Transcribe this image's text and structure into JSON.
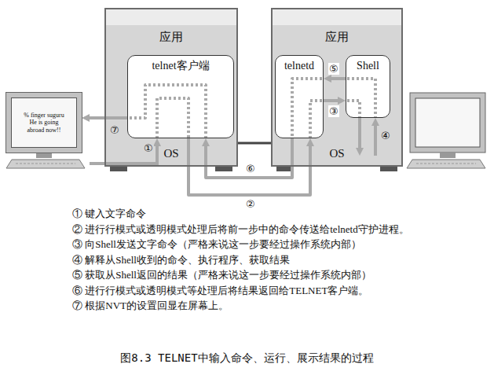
{
  "diagram": {
    "caption": "图8.3 TELNET中输入命令、运行、展示结果的过程",
    "nodes": [
      {
        "text": [
          "% finger suguru He is going abroad now!!"
        ]
      },
      {
        "text": [
          "应用",
          "OS"
        ]
      },
      {
        "text": [
          "telnet客户端"
        ],
        "in": 1
      },
      {
        "text": [
          "应用",
          "OS"
        ]
      },
      {
        "text": [
          "telnetd"
        ],
        "in": 3
      },
      {
        "text": [
          "Shell"
        ],
        "in": 3
      }
    ],
    "edges": [
      {
        "from": 2,
        "to": 4,
        "arrow": "to",
        "label": "②"
      },
      {
        "from": 4,
        "to": 2,
        "arrow": "to",
        "label": "⑥"
      },
      {
        "from": 4,
        "to": 5,
        "arrow": "to",
        "label": "③"
      },
      {
        "from": 5,
        "to": 4,
        "arrow": "to",
        "label": "⑤"
      },
      {
        "from": 2,
        "to": 0,
        "arrow": "to",
        "label": "⑦"
      }
    ],
    "labels": [
      "①",
      "④",
      "① 键入文字命令",
      "② 进行行模式或透明模式处理后将前一步中的命令传送给telnetd守护进程。",
      "③ 向Shell发送文字命令（严格来说这一步要经过操作系统内部）",
      "④ 解释从Shell收到的命令、执行程序、获取结果",
      "⑤ 获取从Shell返回的结果（严格来说这一步要经过操作系统内部）",
      "⑥ 进行行模式或透明模式等处理后将结果返回给TELNET客户端。",
      "⑦ 根据NVT的设置回显在屏幕上。"
    ]
  }
}
